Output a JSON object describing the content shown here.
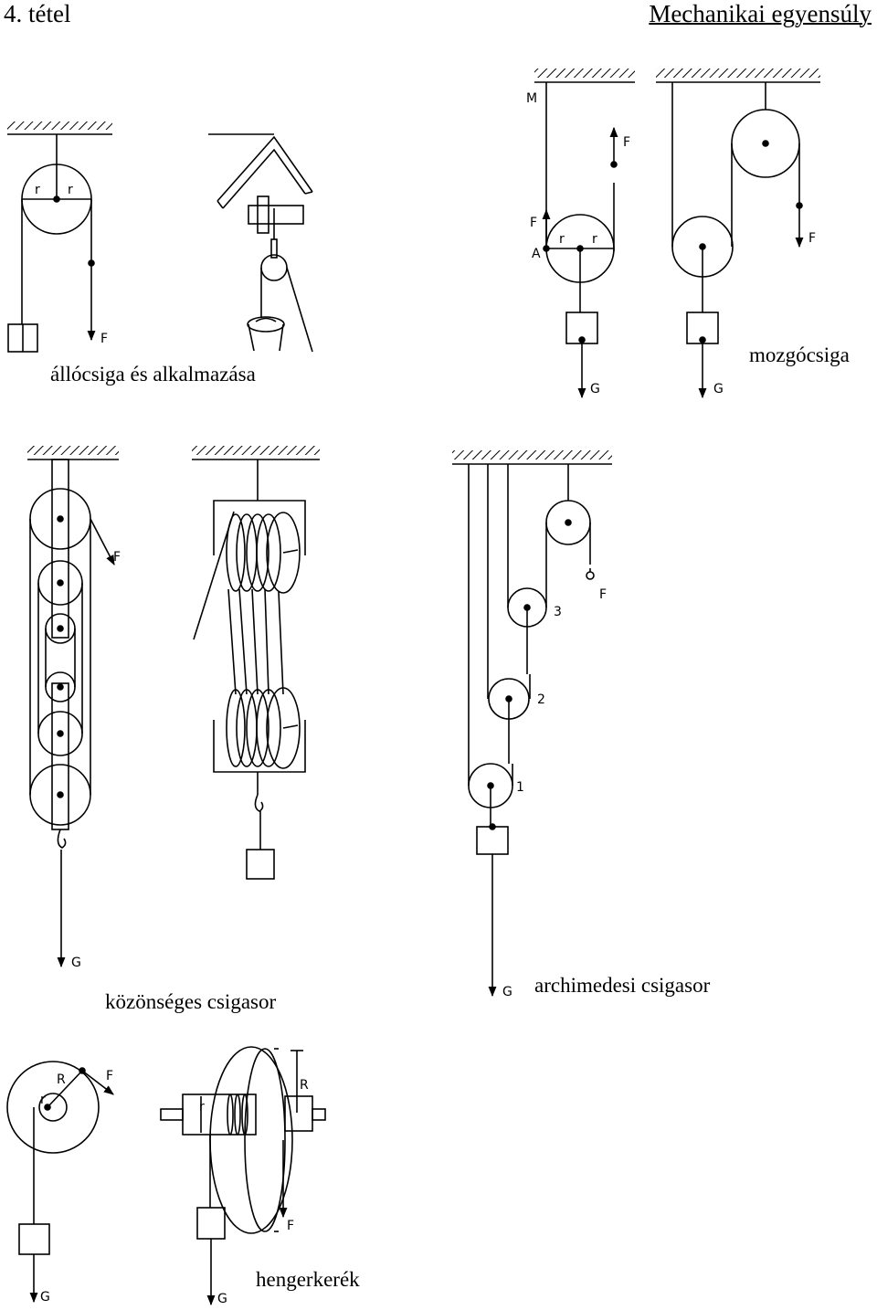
{
  "header": {
    "number": "4. tétel",
    "title": "Mechanikai egyensúly"
  },
  "captions": {
    "fixed_pulley": "állócsiga és alkalmazása",
    "moving_pulley": "mozgócsiga",
    "common_block": "közönséges csigasor",
    "archimedean": "archimedesi csigasor",
    "wheel_axle": "hengerkerék"
  },
  "labels": {
    "F": "F",
    "G": "G",
    "r": "r",
    "R": "R",
    "M": "M",
    "A": "A",
    "n1": "1",
    "n2": "2",
    "n3": "3"
  }
}
